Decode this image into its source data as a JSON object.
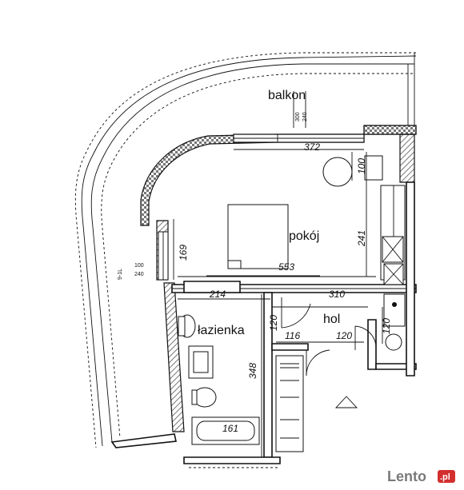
{
  "rooms": {
    "balkon": "balkon",
    "pokoj": "pokój",
    "lazienka": "łazienka",
    "hol": "hol"
  },
  "dimensions": {
    "d372": "372",
    "d100_top": "100",
    "d241": "241",
    "d553": "553",
    "d310": "310",
    "d214": "214",
    "d169": "169",
    "d120_a": "120",
    "d116": "116",
    "d120_b": "120",
    "d120_c": "120",
    "d348": "348",
    "d161": "161"
  },
  "window_labels": {
    "w_top_1": "300",
    "w_top_2": "240",
    "w_left_1": "100",
    "w_left_2": "240",
    "w_left_3": "9-1L"
  },
  "watermark": {
    "brand": "Lento",
    "suffix": ".pl"
  },
  "colors": {
    "line": "#111111",
    "hatch": "#555555",
    "watermark": "#7a7a7a",
    "watermark_badge": "#d32f2f"
  }
}
